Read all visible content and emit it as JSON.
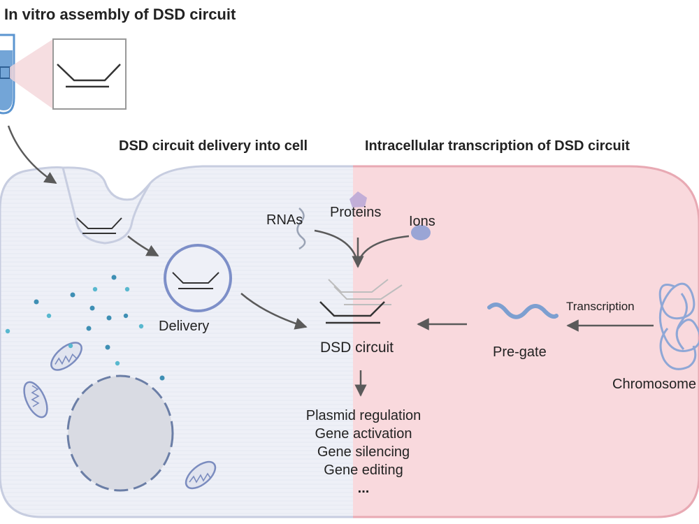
{
  "titles": {
    "assembly": "In vitro assembly of DSD circuit",
    "delivery": "DSD circuit delivery into cell",
    "transcription": "Intracellular transcription of DSD circuit"
  },
  "labels": {
    "rnas": "RNAs",
    "proteins": "Proteins",
    "ions": "Ions",
    "delivery": "Delivery",
    "dsd_circuit": "DSD circuit",
    "transcription": "Transcription",
    "pre_gate": "Pre-gate",
    "chromosome": "Chromosome"
  },
  "applications": [
    "Plasmid regulation",
    "Gene activation",
    "Gene silencing",
    "Gene editing",
    "..."
  ],
  "colors": {
    "cell_left_fill": "#eef0f7",
    "cell_left_stroke": "#c7cde0",
    "cell_right_fill": "#f9d9dd",
    "cell_right_stroke": "#e8a9b3",
    "tube_blue": "#5b95d0",
    "arrow": "#5a5a5a",
    "dots": "#3e8fb4",
    "pregate": "#7d9fd0"
  }
}
